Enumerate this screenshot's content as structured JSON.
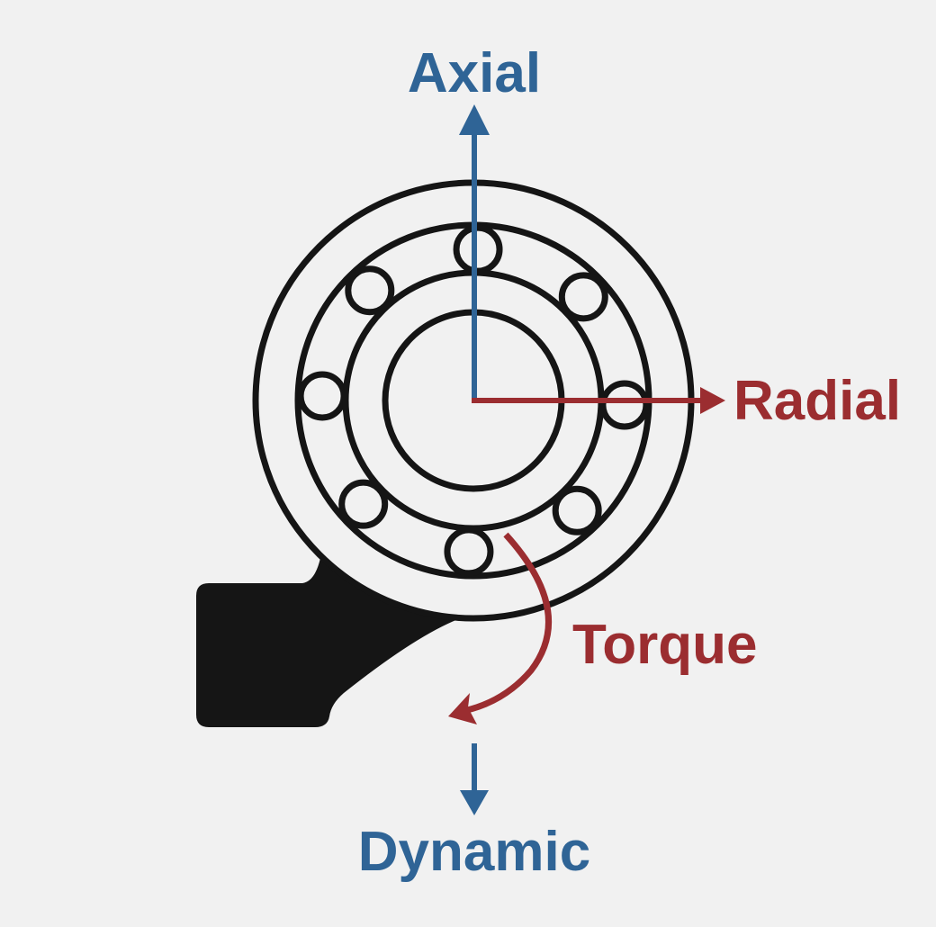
{
  "labels": {
    "axial": "Axial",
    "radial": "Radial",
    "torque": "Torque",
    "dynamic": "Dynamic"
  },
  "colors": {
    "background": "#f1f1f1",
    "axial": "#2f6496",
    "radial": "#9b2d30",
    "torque": "#9b2d30",
    "dynamic": "#2f6496",
    "bearing": "#151515"
  },
  "bearing": {
    "ball_count": 8
  }
}
